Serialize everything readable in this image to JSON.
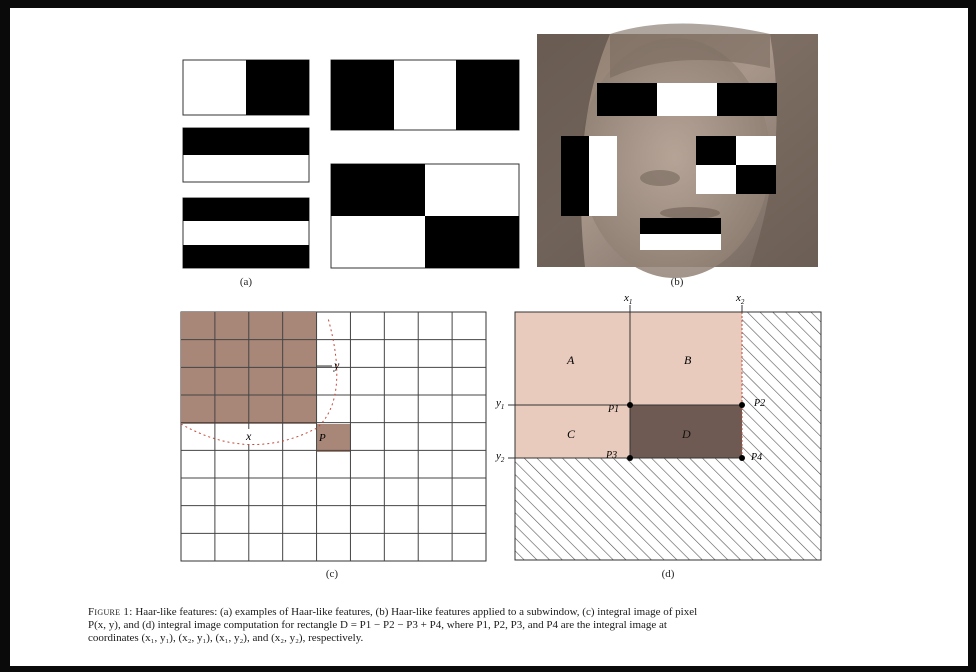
{
  "panels": {
    "a_label": "(a)",
    "b_label": "(b)",
    "c_label": "(c)",
    "d_label": "(d)"
  },
  "panel_c": {
    "label_x": "x",
    "label_y": "y",
    "label_p": "P"
  },
  "panel_d": {
    "x1": "x",
    "x1_sub": "1",
    "x2": "x",
    "x2_sub": "2",
    "y1": "y",
    "y1_sub": "1",
    "y2": "y",
    "y2_sub": "2",
    "region_a": "A",
    "region_b": "B",
    "region_c": "C",
    "region_d": "D",
    "p1": "P1",
    "p2": "P2",
    "p3": "P3",
    "p4": "P4"
  },
  "caption": {
    "figure_word": "Figure 1:",
    "line1": " Haar-like features: (a) examples of Haar-like features, (b) Haar-like features applied to a subwindow, (c) integral image of pixel",
    "line2": "P(x, y), and (d) integral image computation for rectangle D = P1 − P2 − P3 + P4, where P1, P2, P3, and P4 are the integral image at",
    "line3": "coordinates (x₁, y₁), (x₂, y₁), (x₁, y₂), and (x₂, y₂), respectively."
  }
}
